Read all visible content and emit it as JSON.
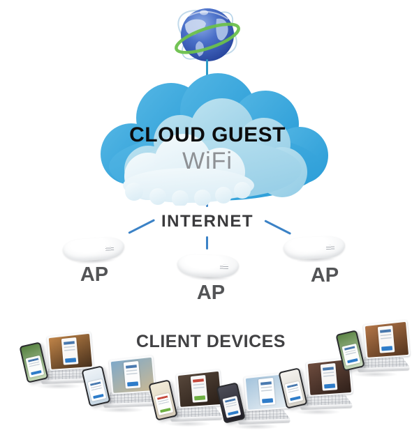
{
  "diagram": {
    "globe": {
      "icon": "internet-globe-icon"
    },
    "cloud": {
      "line1": "CLOUD GUEST",
      "line2": "WiFi"
    },
    "internet": {
      "label": "INTERNET"
    },
    "access_points": [
      {
        "label": "AP"
      },
      {
        "label": "AP"
      },
      {
        "label": "AP"
      }
    ],
    "clients": {
      "label": "CLIENT DEVICES"
    },
    "colors": {
      "cloud_outer": "#3EA9DC",
      "cloud_middle": "#A9DAEC",
      "cloud_inner": "#EAF5FA",
      "connector_blue": "#3B82C6",
      "globe_stem_teal": "#2E9AC6",
      "globe_blue_dark": "#2B4FA6",
      "globe_blue_light": "#7D9FE0",
      "globe_ring_green": "#6CC04C",
      "orbit_light_blue": "#B3D2E8",
      "title_black": "#0C0C0D",
      "wifi_gray": "#8D9094",
      "label_dark_gray": "#3A3A3C",
      "ap_label_gray": "#535456",
      "device_white": "#FFFFFF"
    },
    "device_groups": [
      {
        "style": "--tab-a:#55803f;--tab-b:#c9dcbc;--lap-a:#c08448;--lap-b:#47301c;--btn:#2e7cc9;--hdr:#3a6ea8"
      },
      {
        "style": "--tab-a:#eef3f7;--tab-b:#c6d7e4;--lap-a:#7fa9c9;--lap-b:#c9b894;--btn:#2e7cc9;--hdr:#3a6ea8"
      },
      {
        "style": "--tab-a:#f2ecd9;--tab-b:#d6cbb9;--lap-a:#57473b;--lap-b:#2a1f18;--btn:#6fb043;--hdr:#c0392b"
      },
      {
        "style": "--tab-a:#4d4d58;--tab-b:#211f28;--lap-a:#a3c3dc;--lap-b:#e9eff3;--btn:#2e7cc9;--hdr:#3a6ea8"
      },
      {
        "style": "--tab-a:#f4f2ee;--tab-b:#d5d1c8;--lap-a:#6e4c3e;--lap-b:#2f201a;--btn:#2e7cc9;--hdr:#3a6ea8"
      },
      {
        "style": "--tab-a:#5b8444;--tab-b:#cfdfc4;--lap-a:#b27547;--lap-b:#55351f;--btn:#2e7cc9;--hdr:#3a6ea8"
      }
    ]
  }
}
